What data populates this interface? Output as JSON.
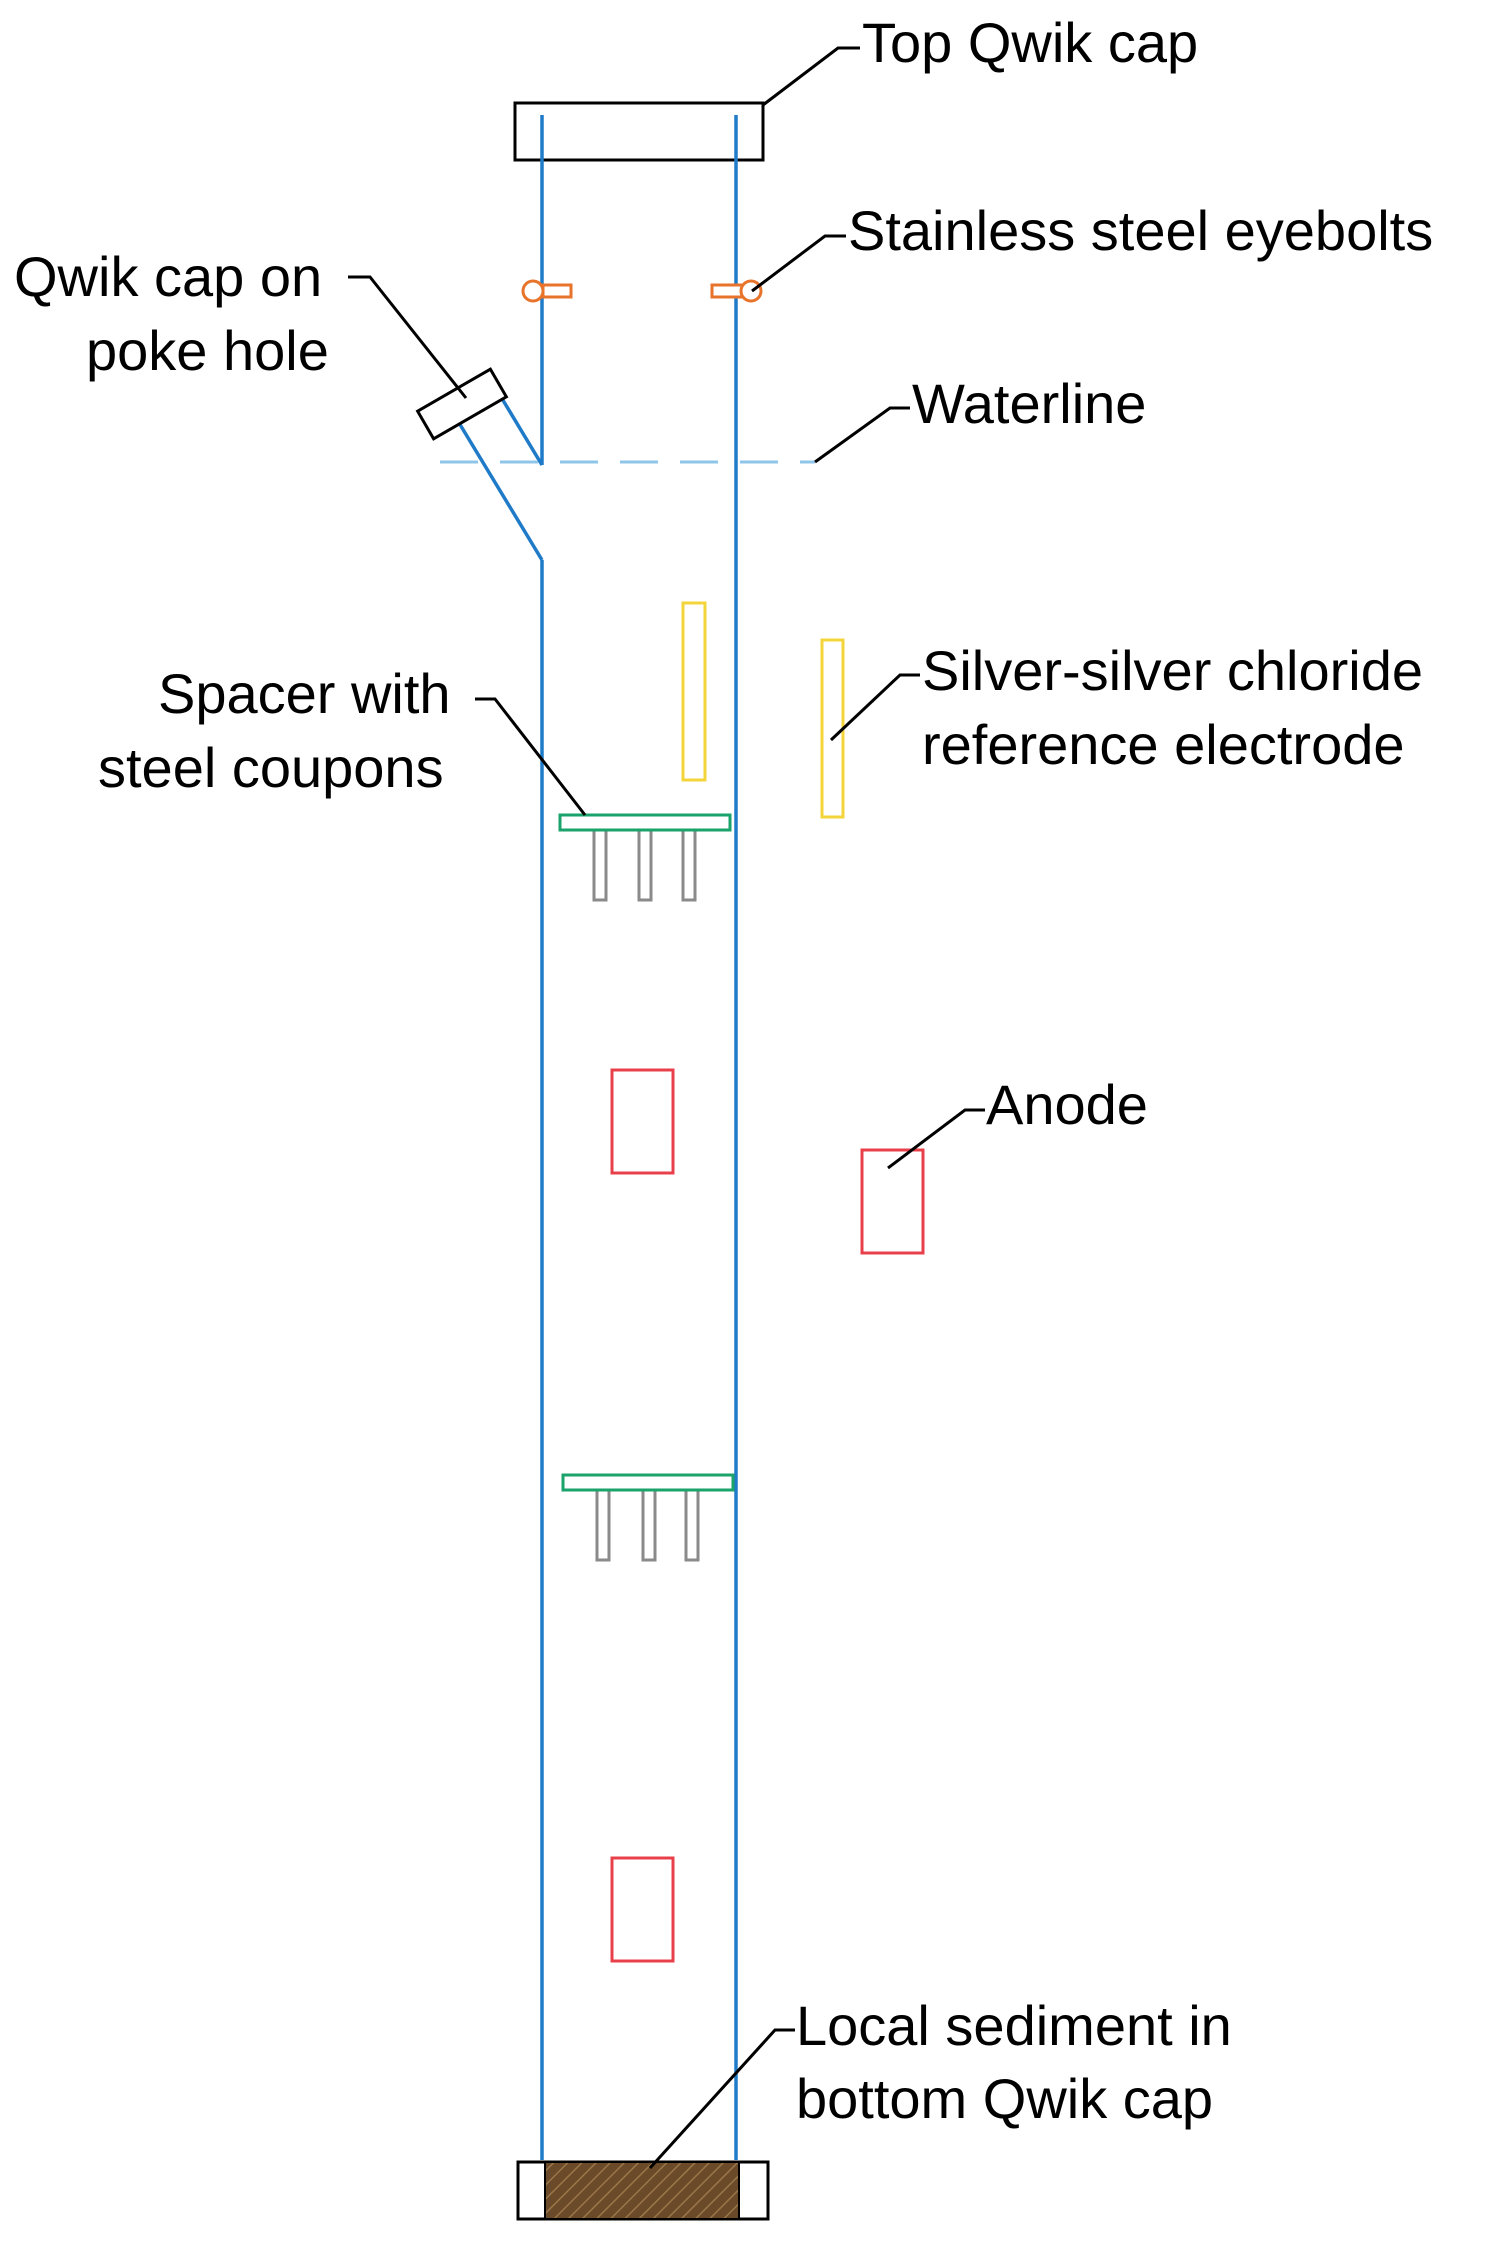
{
  "labels": {
    "top_cap": "Top Qwik cap",
    "eyebolts": "Stainless steel eyebolts",
    "poke_cap_line1": "Qwik cap on",
    "poke_cap_line2": "poke hole",
    "waterline": "Waterline",
    "spacer_line1": "Spacer with",
    "spacer_line2": "steel coupons",
    "ref_electrode_line1": "Silver-silver chloride",
    "ref_electrode_line2": "reference electrode",
    "anode": "Anode",
    "sediment_line1": "Local sediment in",
    "sediment_line2": "bottom Qwik cap"
  },
  "colors": {
    "pipe": "#1f7bc8",
    "waterline": "#8ec5e8",
    "eyebolt": "#e8732a",
    "reference_electrode": "#f3d43a",
    "spacer": "#1aa36b",
    "coupon": "#8a8a8a",
    "anode": "#e8404a",
    "sediment": "#6b4a2a",
    "outline": "#000000"
  }
}
